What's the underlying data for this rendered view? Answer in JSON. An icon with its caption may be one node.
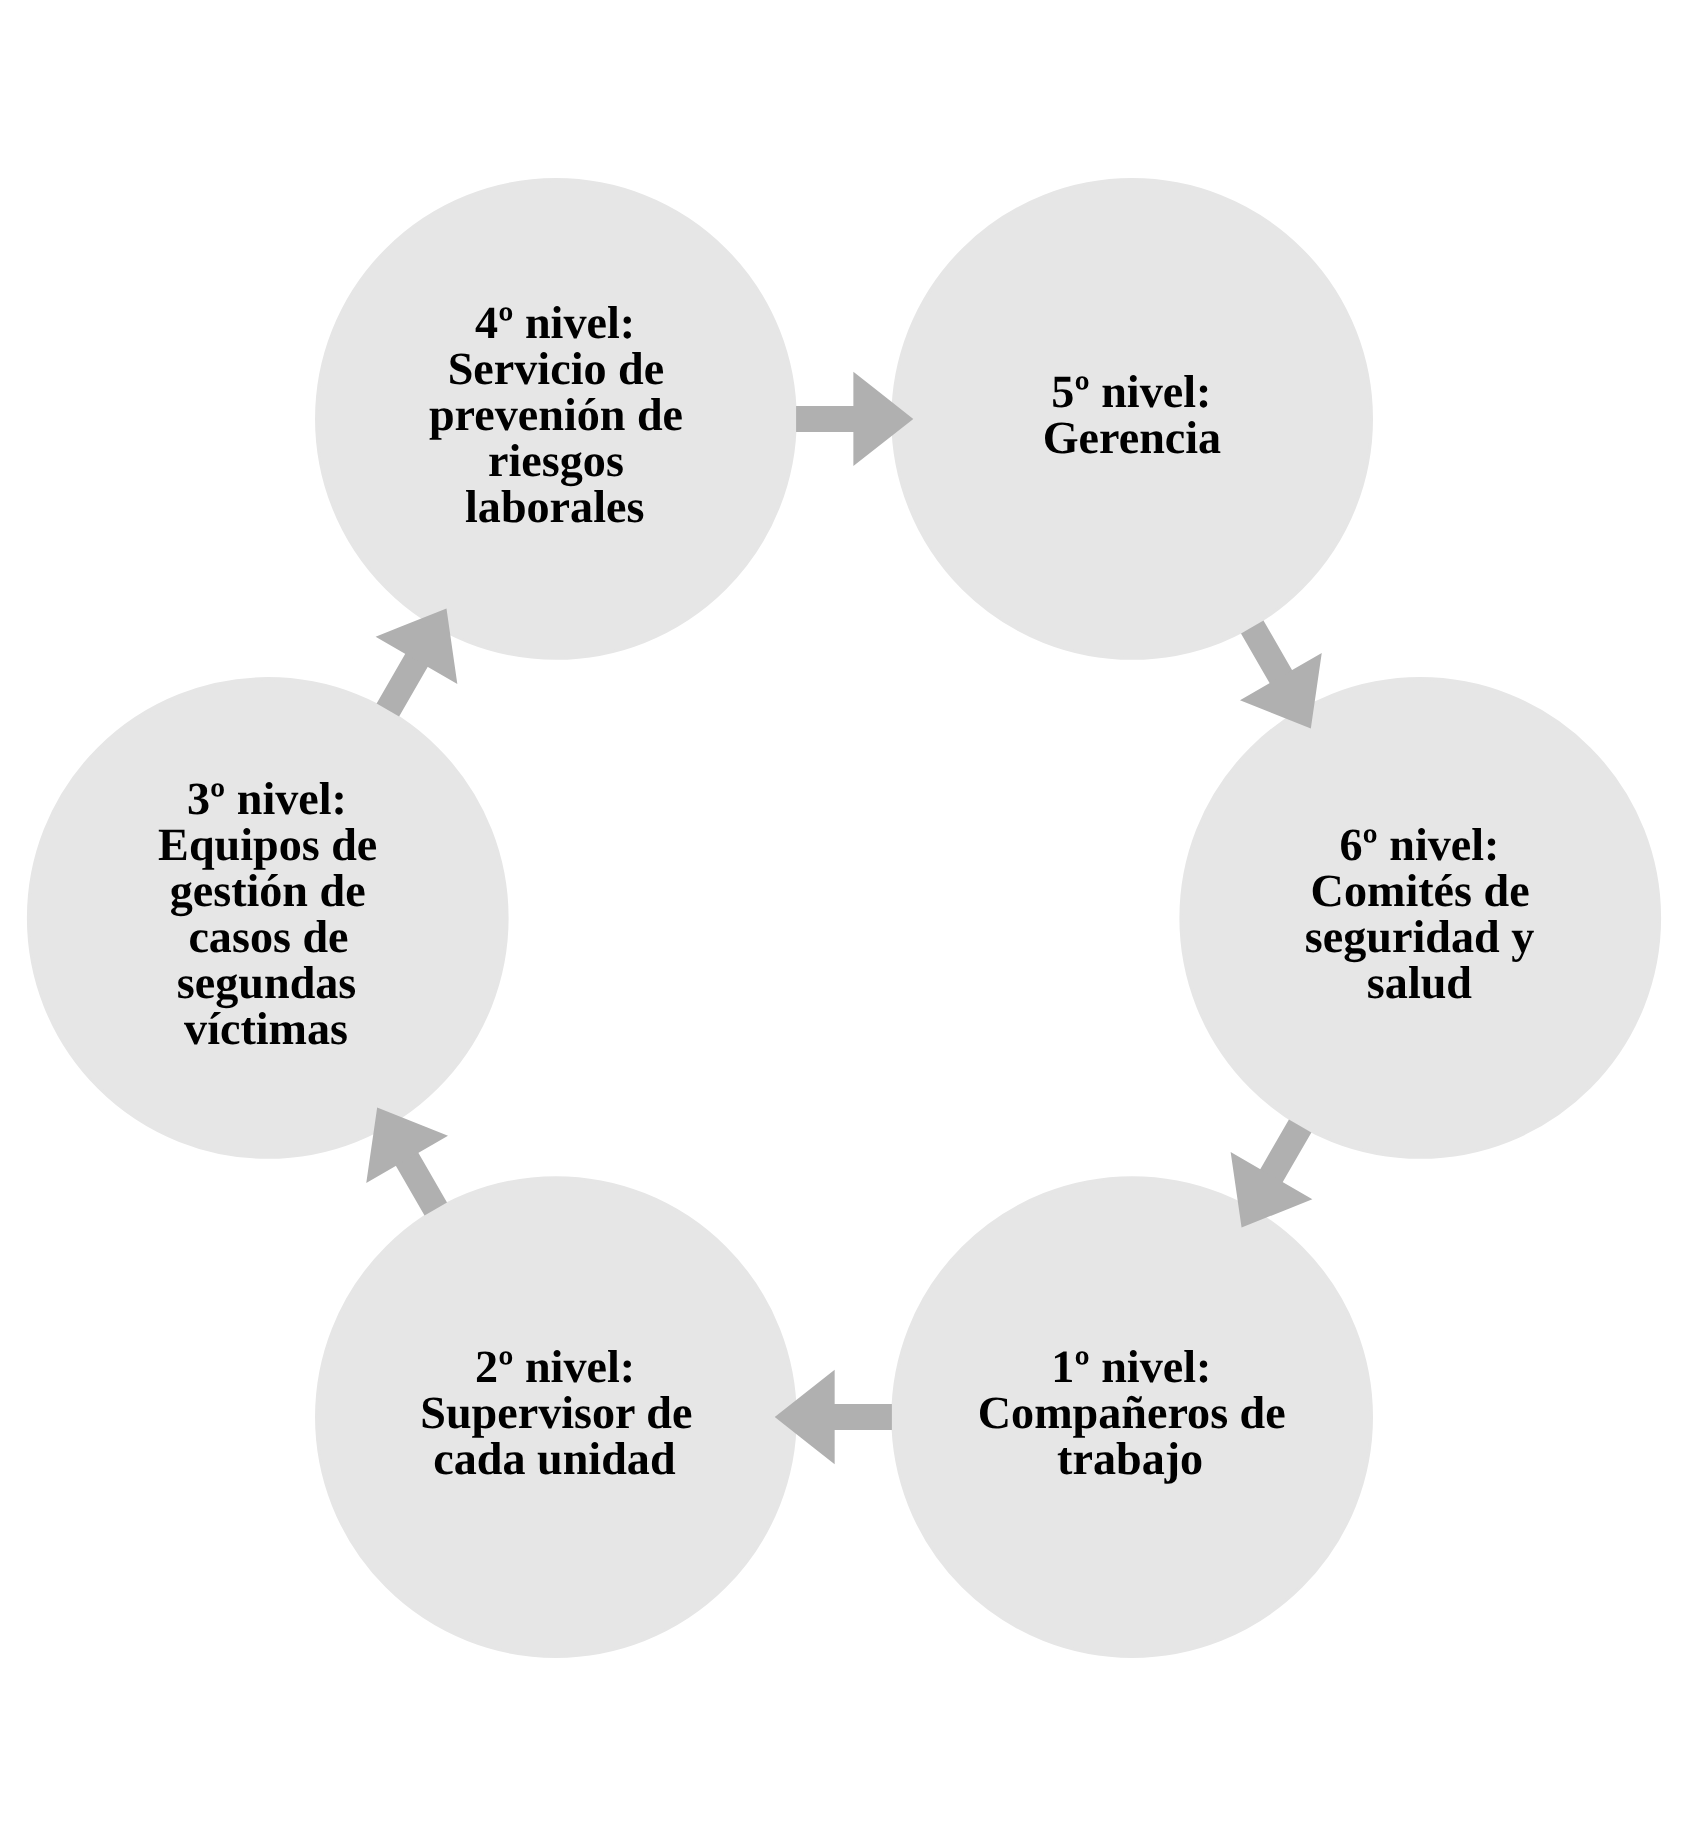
{
  "diagram": {
    "nodes": [
      {
        "text": [
          "1º nivel:",
          "Compañeros de trabajo"
        ]
      },
      {
        "text": [
          "2º nivel:",
          "Supervisor de cada unidad"
        ]
      },
      {
        "text": [
          "3º nivel:",
          "Equipos de gestión de casos de segundas víctimas"
        ]
      },
      {
        "text": [
          "4º nivel:",
          "Servicio de prevenión de riesgos laborales"
        ]
      },
      {
        "text": [
          "5º nivel:",
          "Gerencia"
        ]
      },
      {
        "text": [
          "6º nivel:",
          "Comités de seguridad y salud"
        ]
      }
    ],
    "edges": [
      {
        "from": 0,
        "to": 1,
        "arrow": "to"
      },
      {
        "from": 1,
        "to": 2,
        "arrow": "to"
      },
      {
        "from": 2,
        "to": 3,
        "arrow": "to"
      },
      {
        "from": 3,
        "to": 4,
        "arrow": "to"
      },
      {
        "from": 4,
        "to": 5,
        "arrow": "to"
      },
      {
        "from": 5,
        "to": 0,
        "arrow": "to"
      }
    ]
  }
}
